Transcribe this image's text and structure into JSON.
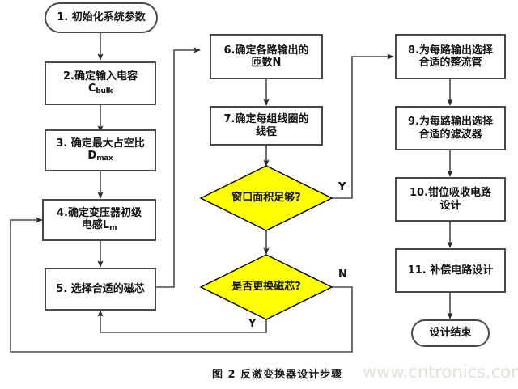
{
  "figure": {
    "caption": "图 2 反激变换器设计步骤",
    "watermark": "www.cntronics.com",
    "colors": {
      "decision_fill": "#ffff00",
      "decision_stroke": "#000000",
      "box_stroke": "#4a4a4a",
      "line": "#4a4a4a",
      "text": "#111111",
      "watermark": "#dfe3da",
      "background": "#ffffff"
    }
  },
  "nodes": {
    "start": {
      "id": "1",
      "label": "1. 初始化系统参数",
      "shape": "terminator"
    },
    "step2": {
      "id": "2",
      "line1": "2.确定输入电容",
      "line2_base": "C",
      "line2_sub": "bulk",
      "shape": "process"
    },
    "step3": {
      "id": "3",
      "line1": "3. 确定最大占空比",
      "line2_base": "D",
      "line2_sub": "max",
      "shape": "process"
    },
    "step4": {
      "id": "4",
      "line1": "4.确定变压器初级",
      "line2_base": "电感L",
      "line2_sub": "m",
      "shape": "process"
    },
    "step5": {
      "id": "5",
      "label": "5. 选择合适的磁芯",
      "shape": "process"
    },
    "step6": {
      "id": "6",
      "line1": "6.确定各路输出的",
      "line2": "匝数N",
      "shape": "process"
    },
    "step7": {
      "id": "7",
      "line1": "7.确定每组线圈的",
      "line2": "线径",
      "shape": "process"
    },
    "decision1": {
      "label": "窗口面积足够?",
      "shape": "decision",
      "yes_label": "Y"
    },
    "decision2": {
      "label": "是否更换磁芯?",
      "shape": "decision",
      "yes_label": "Y",
      "no_label": "N"
    },
    "step8": {
      "id": "8",
      "line1": "8.为每路输出选择",
      "line2": "合适的整流管",
      "shape": "process"
    },
    "step9": {
      "id": "9",
      "line1": "9.为每路输出选择",
      "line2": "合适的滤波器",
      "shape": "process"
    },
    "step10": {
      "id": "10",
      "line1": "10.钳位吸收电路",
      "line2": "设计",
      "shape": "process"
    },
    "step11": {
      "id": "11",
      "label": "11. 补偿电路设计",
      "shape": "process"
    },
    "end": {
      "label": "设计结束",
      "shape": "terminator"
    }
  },
  "chart_data": {
    "type": "diagram",
    "title": "图 2 反激变换器设计步骤",
    "flow": [
      {
        "from": "start",
        "to": "step2"
      },
      {
        "from": "step2",
        "to": "step3"
      },
      {
        "from": "step3",
        "to": "step4"
      },
      {
        "from": "step4",
        "to": "step5"
      },
      {
        "from": "step5",
        "to": "step6"
      },
      {
        "from": "step6",
        "to": "step7"
      },
      {
        "from": "step7",
        "to": "decision1"
      },
      {
        "from": "decision1",
        "to": "step8",
        "label": "Y"
      },
      {
        "from": "decision1",
        "to": "decision2"
      },
      {
        "from": "decision2",
        "to": "step5",
        "label": "Y"
      },
      {
        "from": "decision2",
        "to": "step4",
        "label": "N"
      },
      {
        "from": "step8",
        "to": "step9"
      },
      {
        "from": "step9",
        "to": "step10"
      },
      {
        "from": "step10",
        "to": "step11"
      },
      {
        "from": "step11",
        "to": "end"
      }
    ]
  }
}
